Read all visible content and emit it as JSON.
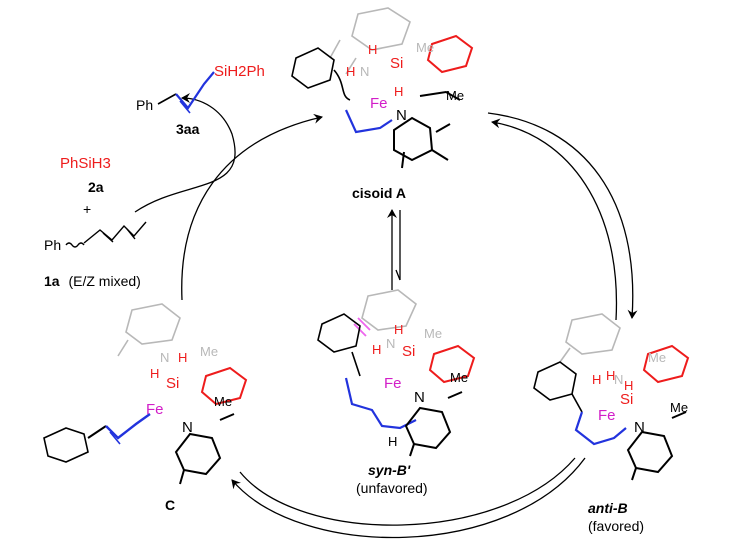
{
  "colors": {
    "reagent_red": "#ee1c1c",
    "fe_magenta": "#d21ec8",
    "diene_blue": "#2233dd",
    "ligand_gray": "#b8b8b8",
    "clash_pink": "#ee66ee"
  },
  "reagents": {
    "silane": "PhSiH3",
    "silane_label": "2a",
    "plus": "+",
    "diene_ph": "Ph",
    "diene_label_num": "1a",
    "diene_label_rest": "(E/Z mixed)"
  },
  "product": {
    "ph": "Ph",
    "silyl": "SiH2Ph",
    "label": "3aa"
  },
  "intermediates": {
    "a": {
      "name": "cisoid A"
    },
    "b_syn": {
      "name": "syn-B'",
      "note": "(unfavored)"
    },
    "b_anti": {
      "name": "anti-B",
      "note": "(favored)"
    },
    "c": {
      "name": "C"
    }
  },
  "atoms": {
    "fe": "Fe",
    "si": "Si",
    "n": "N",
    "h": "H",
    "me": "Me"
  }
}
